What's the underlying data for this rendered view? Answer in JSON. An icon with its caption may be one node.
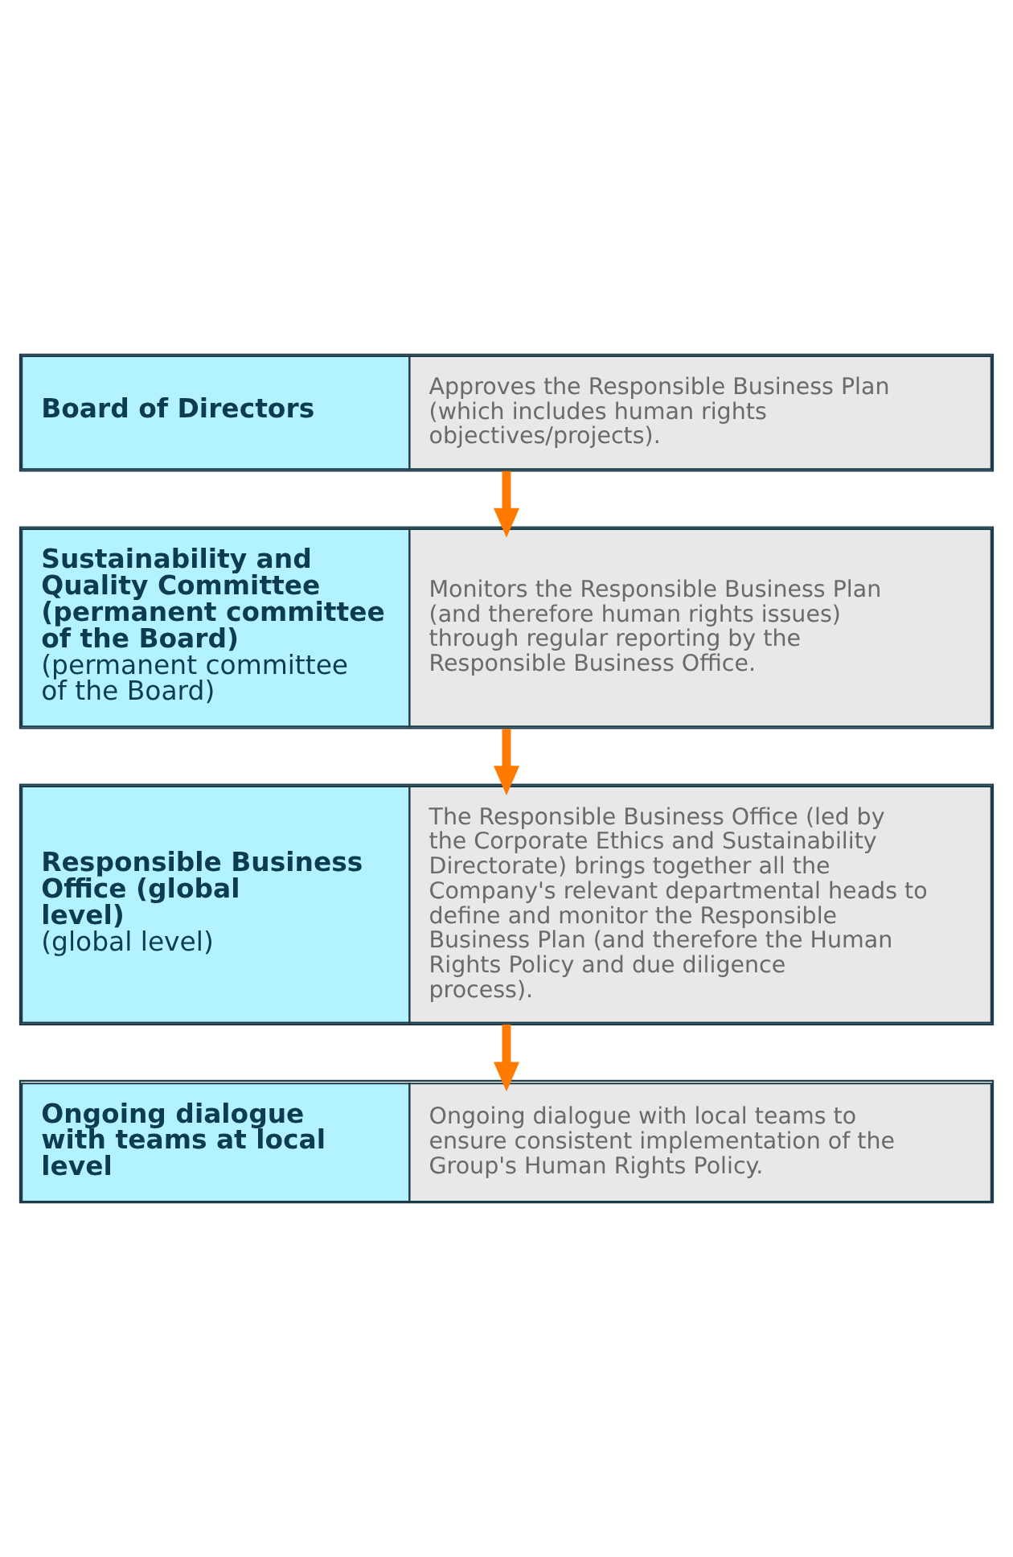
{
  "diagram": {
    "nodes": [
      {
        "text": [
          "Board of Directors",
          "Approves the Responsible Business Plan (which includes human rights objectives/projects)."
        ]
      },
      {
        "text": [
          "Sustainability and Quality Committee (permanent committee of the Board)",
          "(permanent committee of the Board)",
          "Monitors the Responsible Business Plan (and therefore human rights issues) through regular reporting by the Responsible Business Office."
        ]
      },
      {
        "text": [
          "Responsible Business Office (global level)",
          "(global level)",
          "The Responsible Business Office (led by the Corporate Ethics and Sustainability Directorate) brings together all the Company's relevant departmental heads to define and monitor the Responsible Business Plan (and therefore the Human Rights Policy and due diligence process)."
        ]
      },
      {
        "text": [
          "Ongoing dialogue with teams at local level",
          "Ongoing dialogue with local teams to ensure consistent implementation of the Group's Human Rights Policy."
        ]
      }
    ],
    "edges": [
      {
        "from": 0,
        "to": 1,
        "arrow": "to"
      },
      {
        "from": 1,
        "to": 2,
        "arrow": "to"
      },
      {
        "from": 2,
        "to": 3,
        "arrow": "to"
      }
    ]
  }
}
